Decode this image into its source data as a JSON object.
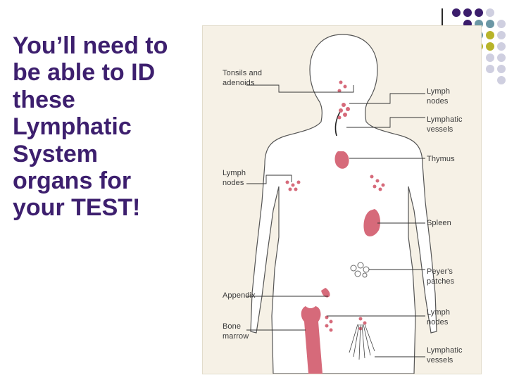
{
  "slide": {
    "headline_lines": [
      "You’ll need to",
      "be able to ID",
      "these",
      "Lymphatic",
      "System",
      "organs for",
      "your TEST!"
    ],
    "colors": {
      "headline": "#3d1f6e",
      "dot_purple": "#3b1d6c",
      "dot_teal": "#6b97a5",
      "dot_olive": "#b8b42a",
      "dot_lavender": "#cfcfe0",
      "organ_pink": "#d66a7a"
    }
  },
  "diagram": {
    "labels": {
      "tonsils": [
        "Tonsils and",
        "adenoids"
      ],
      "lymph_nodes_neck": [
        "Lymph",
        "nodes"
      ],
      "lymphatic_vessels_upper": [
        "Lymphatic",
        "vessels"
      ],
      "thymus": [
        "Thymus"
      ],
      "lymph_nodes_axilla": [
        "Lymph",
        "nodes"
      ],
      "spleen": [
        "Spleen"
      ],
      "peyers_patches": [
        "Peyer's",
        "patches"
      ],
      "appendix": [
        "Appendix"
      ],
      "bone_marrow": [
        "Bone",
        "marrow"
      ],
      "lymph_nodes_groin": [
        "Lymph",
        "nodes"
      ],
      "lymphatic_vessels_lower": [
        "Lymphatic",
        "vessels"
      ]
    }
  }
}
